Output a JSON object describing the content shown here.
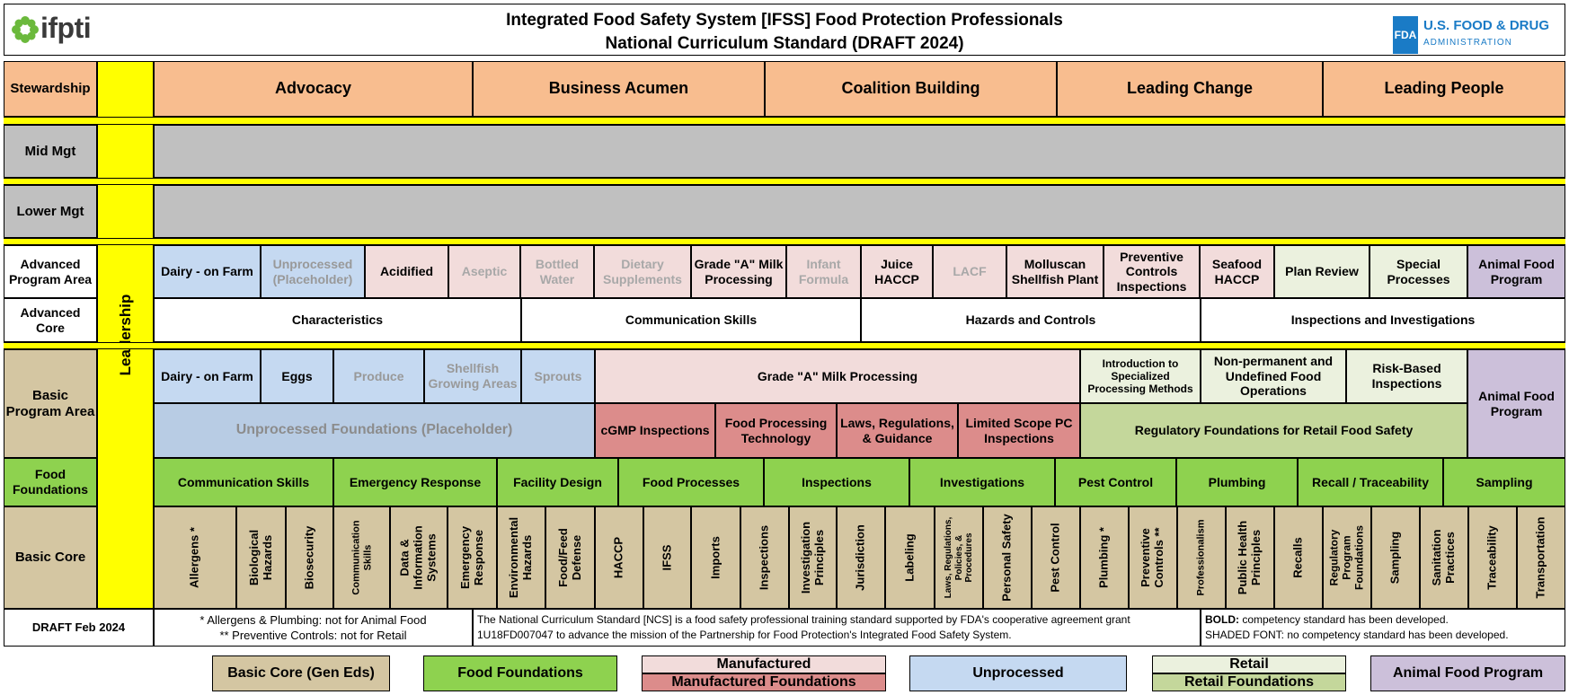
{
  "header": {
    "logo_text": "ifpti",
    "title_line1": "Integrated Food Safety System [IFSS] Food Protection Professionals",
    "title_line2": "National Curriculum Standard (DRAFT 2024)",
    "fda_badge": "FDA",
    "fda_name": "U.S. FOOD & DRUG",
    "fda_sub": "ADMINISTRATION"
  },
  "leadership_label": "Leadership",
  "rows": {
    "stewardship": "Stewardship",
    "mid_mgt": "Mid Mgt",
    "lower_mgt": "Lower Mgt",
    "advanced_program_area": "Advanced Program Area",
    "advanced_core": "Advanced Core",
    "basic_program_area": "Basic Program Area",
    "food_foundations": "Food Foundations",
    "basic_core": "Basic Core"
  },
  "stewardship": [
    "Advocacy",
    "Business Acumen",
    "Coalition Building",
    "Leading Change",
    "Leading People"
  ],
  "advanced_program": [
    "Dairy - on Farm",
    "Unprocessed (Placeholder)",
    "Acidified",
    "Aseptic",
    "Bottled Water",
    "Dietary Supplements",
    "Grade \"A\" Milk Processing",
    "Infant Formula",
    "Juice HACCP",
    "LACF",
    "Molluscan Shellfish Plant",
    "Preventive Controls Inspections",
    "Seafood HACCP",
    "Plan Review",
    "Special Processes",
    "Animal Food Program"
  ],
  "advanced_core": [
    "Characteristics",
    "Communication Skills",
    "Hazards and Controls",
    "Inspections and Investigations"
  ],
  "basic_program_top": [
    "Dairy - on Farm",
    "Eggs",
    "Produce",
    "Shellfish Growing Areas",
    "Sprouts",
    "Grade \"A\" Milk Processing",
    "Introduction to Specialized Processing Methods",
    "Non-permanent and Undefined Food Operations",
    "Risk-Based Inspections"
  ],
  "basic_program_animal": "Animal Food Program",
  "basic_program_bottom": [
    "Unprocessed Foundations (Placeholder)",
    "cGMP Inspections",
    "Food Processing Technology",
    "Laws, Regulations, & Guidance",
    "Limited Scope PC Inspections",
    "Regulatory Foundations for Retail Food Safety"
  ],
  "food_foundations": [
    "Communication Skills",
    "Emergency Response",
    "Facility Design",
    "Food Processes",
    "Inspections",
    "Investigations",
    "Pest Control",
    "Plumbing",
    "Recall / Traceability",
    "Sampling"
  ],
  "basic_core": [
    "Allergens *",
    "Biological Hazards",
    "Biosecurity",
    "Communication Skills",
    "Data & Information Systems",
    "Emergency Response",
    "Environmental Hazards",
    "Food/Feed Defense",
    "HACCP",
    "IFSS",
    "Imports",
    "Inspections",
    "Investigation Principles",
    "Jurisdiction",
    "Labeling",
    "Laws, Regulations, Policies, & Procedures",
    "Personal Safety",
    "Pest Control",
    "Plumbing *",
    "Preventive Controls **",
    "Professionalism",
    "Public Health Principles",
    "Recalls",
    "Regulatory Program Foundations",
    "Sampling",
    "Sanitation Practices",
    "Traceability",
    "Transportation"
  ],
  "footer": {
    "draft_label": "DRAFT Feb 2024",
    "note1": "* Allergens & Plumbing: not for Animal Food",
    "note2": "** Preventive Controls: not for Retail",
    "ncs_text": "The National Curriculum Standard [NCS] is a food safety professional training standard supported by FDA's cooperative agreement grant 1U18FD007047 to advance the mission of the Partnership for Food Protection's Integrated Food Safety System.",
    "bold_label": "BOLD:",
    "bold_text": " competency standard has been developed.",
    "shaded_label": "SHADED FONT:",
    "shaded_text": " no competency standard has been developed."
  },
  "legend": {
    "basic_core": "Basic Core (Gen Eds)",
    "food_foundations": "Food Foundations",
    "manufactured": "Manufactured",
    "manufactured_foundations": "Manufactured Foundations",
    "unprocessed": "Unprocessed",
    "retail": "Retail",
    "retail_foundations": "Retail Foundations",
    "animal_food_program": "Animal Food Program"
  },
  "colors": {
    "stewardship": "#f8bd8f",
    "management": "#c0c0c0",
    "leadership": "#ffff00",
    "basic_core": "#d4c6a2",
    "food_foundations": "#8ed24f",
    "manufactured": "#f2dcdb",
    "manufactured_foundations": "#dc8c8b",
    "unprocessed": "#c5d9f1",
    "retail": "#ebf1de",
    "retail_foundations": "#c4d79b",
    "animal_food": "#ccc0da",
    "fda_blue": "#1a7bc6",
    "ifpti_green": "#6bb93c"
  }
}
